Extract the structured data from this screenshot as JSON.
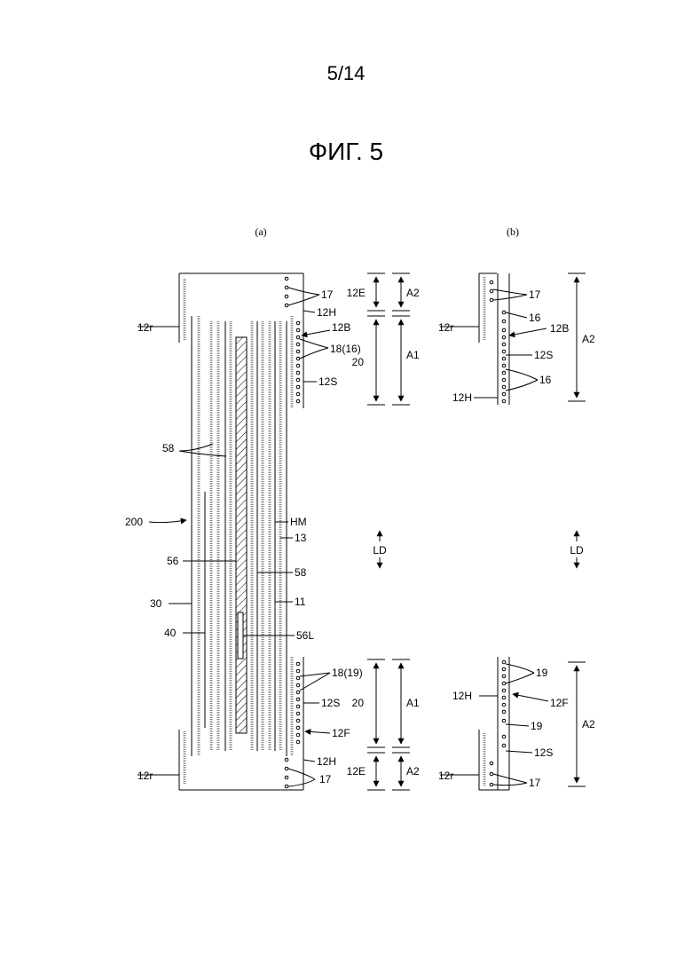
{
  "page_number": "5/14",
  "figure_title": "ФИГ. 5",
  "panels": {
    "a": "(a)",
    "b": "(b)"
  },
  "labels": {
    "l_12r_top": "12r",
    "l_12r_bot": "12r",
    "l_17_top": "17",
    "l_12H_top": "12H",
    "l_12B": "12B",
    "l_18_16": "18(16)",
    "l_12S_top": "12S",
    "l_12E_top": "12E",
    "l_A2_top": "A2",
    "l_20_top": "20",
    "l_A1_top": "A1",
    "l_58_left": "58",
    "l_200": "200",
    "l_HM": "HM",
    "l_13": "13",
    "l_56": "56",
    "l_58_right": "58",
    "l_30": "30",
    "l_11": "11",
    "l_40": "40",
    "l_56L": "56L",
    "l_18_19": "18(19)",
    "l_12S_bot": "12S",
    "l_12F": "12F",
    "l_12H_bot": "12H",
    "l_17_bot": "17",
    "l_20_bot": "20",
    "l_A1_bot": "A1",
    "l_12E_bot": "12E",
    "l_A2_bot": "A2",
    "l_LD_a": "LD",
    "l_LD_b": "LD",
    "b_12r_top": "12r",
    "b_17": "17",
    "b_16a": "16",
    "b_12B": "12B",
    "b_12S_top": "12S",
    "b_16b": "16",
    "b_12H_top": "12H",
    "b_A2_top": "A2",
    "b_19a": "19",
    "b_12H_bot": "12H",
    "b_12F": "12F",
    "b_19b": "19",
    "b_12S_bot": "12S",
    "b_12r_bot": "12r",
    "b_17_bot": "17",
    "b_A2_bot": "A2"
  }
}
